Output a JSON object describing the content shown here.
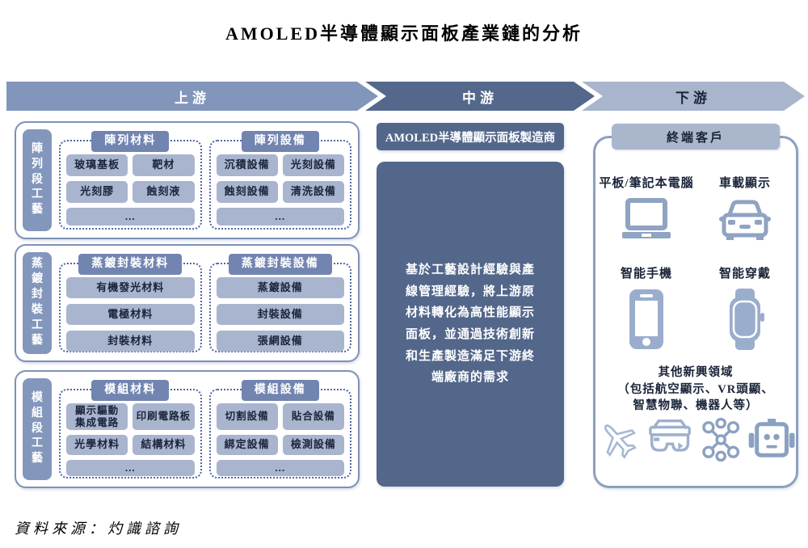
{
  "title": "AMOLED半導體顯示面板產業鏈的分析",
  "flow": {
    "stages": [
      {
        "label": "上游"
      },
      {
        "label": "中游"
      },
      {
        "label": "下游"
      }
    ]
  },
  "upstream": {
    "sections": [
      {
        "tab": "陣列段工藝",
        "groups": [
          {
            "header": "陣列材料",
            "items": [
              "玻璃基板",
              "靶材",
              "光刻膠",
              "蝕刻液",
              "..."
            ]
          },
          {
            "header": "陣列設備",
            "items": [
              "沉積設備",
              "光刻設備",
              "蝕刻設備",
              "清洗設備",
              "..."
            ]
          }
        ]
      },
      {
        "tab": "蒸鍍封裝工藝",
        "groups": [
          {
            "header": "蒸鍍封裝材料",
            "items": [
              "有機發光材料",
              "電極材料",
              "封裝材料"
            ]
          },
          {
            "header": "蒸鍍封裝設備",
            "items": [
              "蒸鍍設備",
              "封裝設備",
              "張網設備"
            ]
          }
        ]
      },
      {
        "tab": "模組段工藝",
        "groups": [
          {
            "header": "模組材料",
            "items": [
              "顯示驅動\n集成電路",
              "印刷電路板",
              "光學材料",
              "結構材料",
              "..."
            ]
          },
          {
            "header": "模組設備",
            "items": [
              "切割設備",
              "貼合設備",
              "綁定設備",
              "檢測設備",
              "..."
            ]
          }
        ]
      }
    ]
  },
  "midstream": {
    "header": "AMOLED半導體顯示面板製造商",
    "body_lines": [
      "基於工藝設計經驗與產",
      "線管理經驗，將上游原",
      "材料轉化為高性能顯示",
      "面板，並通過技術創新",
      "和生產製造滿足下游終",
      "端廠商的需求"
    ]
  },
  "downstream": {
    "header": "終端客戶",
    "devices": [
      {
        "label": "平板/筆記本電腦",
        "icon": "laptop-icon"
      },
      {
        "label": "車載顯示",
        "icon": "car-icon"
      },
      {
        "label": "智能手機",
        "icon": "smartphone-icon"
      },
      {
        "label": "智能穿戴",
        "icon": "smartwatch-icon"
      }
    ],
    "emerging": {
      "lines": [
        "其他新興領域",
        "（包括航空顯示、VR頭顯、",
        "智慧物聯、機器人等）"
      ],
      "icons": [
        "airplane-icon",
        "smart-glasses-icon",
        "iot-network-icon",
        "robot-icon"
      ]
    }
  },
  "source": "資料來源：灼識諮詢",
  "colors": {
    "upstream_arrow": "#8295bb",
    "midstream_arrow": "#54688c",
    "downstream_arrow": "#a9b5cd",
    "panel_border": "#7e91b7",
    "stage_tab": "#8396bc",
    "group_header": "#7285b1",
    "item_bg": "#a9b4cf",
    "dotted_border": "#5166a8",
    "midstream_box": "#53678b",
    "right_border": "#8ba0bf",
    "right_header_bg": "#aab6cb",
    "icon_blue": "#8fa3c2",
    "text_dark": "#1a2439"
  }
}
